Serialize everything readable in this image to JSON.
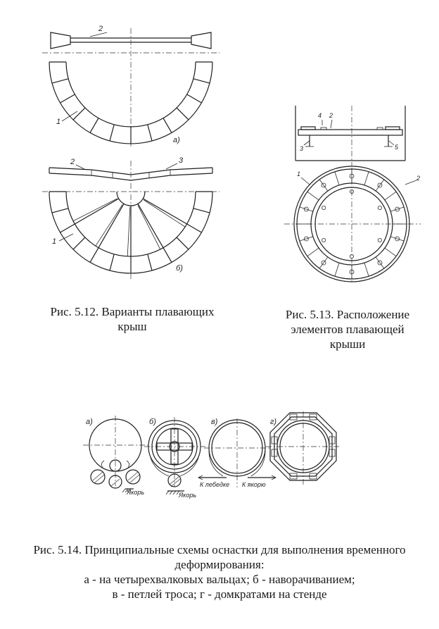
{
  "figures": {
    "fig_5_12": {
      "caption_line1": "Рис. 5.12. Варианты плавающих",
      "caption_line2": "крыш",
      "callouts": {
        "c1": "1",
        "c2": "2",
        "c3": "3",
        "c4": "1",
        "c5": "2"
      },
      "variant_a": "а)",
      "variant_b": "б)"
    },
    "fig_5_13": {
      "caption_line1": "Рис. 5.13. Расположение",
      "caption_line2": "элементов плавающей",
      "caption_line3": "крыши",
      "callouts": {
        "c1": "4",
        "c2": "2",
        "c3": "3",
        "c4": "5",
        "c5": "1",
        "c6": "2"
      }
    },
    "fig_5_14": {
      "caption_line1": "Рис. 5.14. Принципиальные схемы оснастки для выполнения временного",
      "caption_line2": "деформирования:",
      "caption_line3": "а - на четырехвалковых вальцах; б - наворачиванием;",
      "caption_line4": "в - петлей троса; г - домкратами на стенде",
      "variant_a": "а)",
      "variant_b": "б)",
      "variant_v": "в)",
      "variant_g": "г)",
      "anchor_a": "Якорь",
      "anchor_b": "Якорь",
      "winch_label": "К лебедке",
      "anchor_v": "К якорю"
    }
  }
}
